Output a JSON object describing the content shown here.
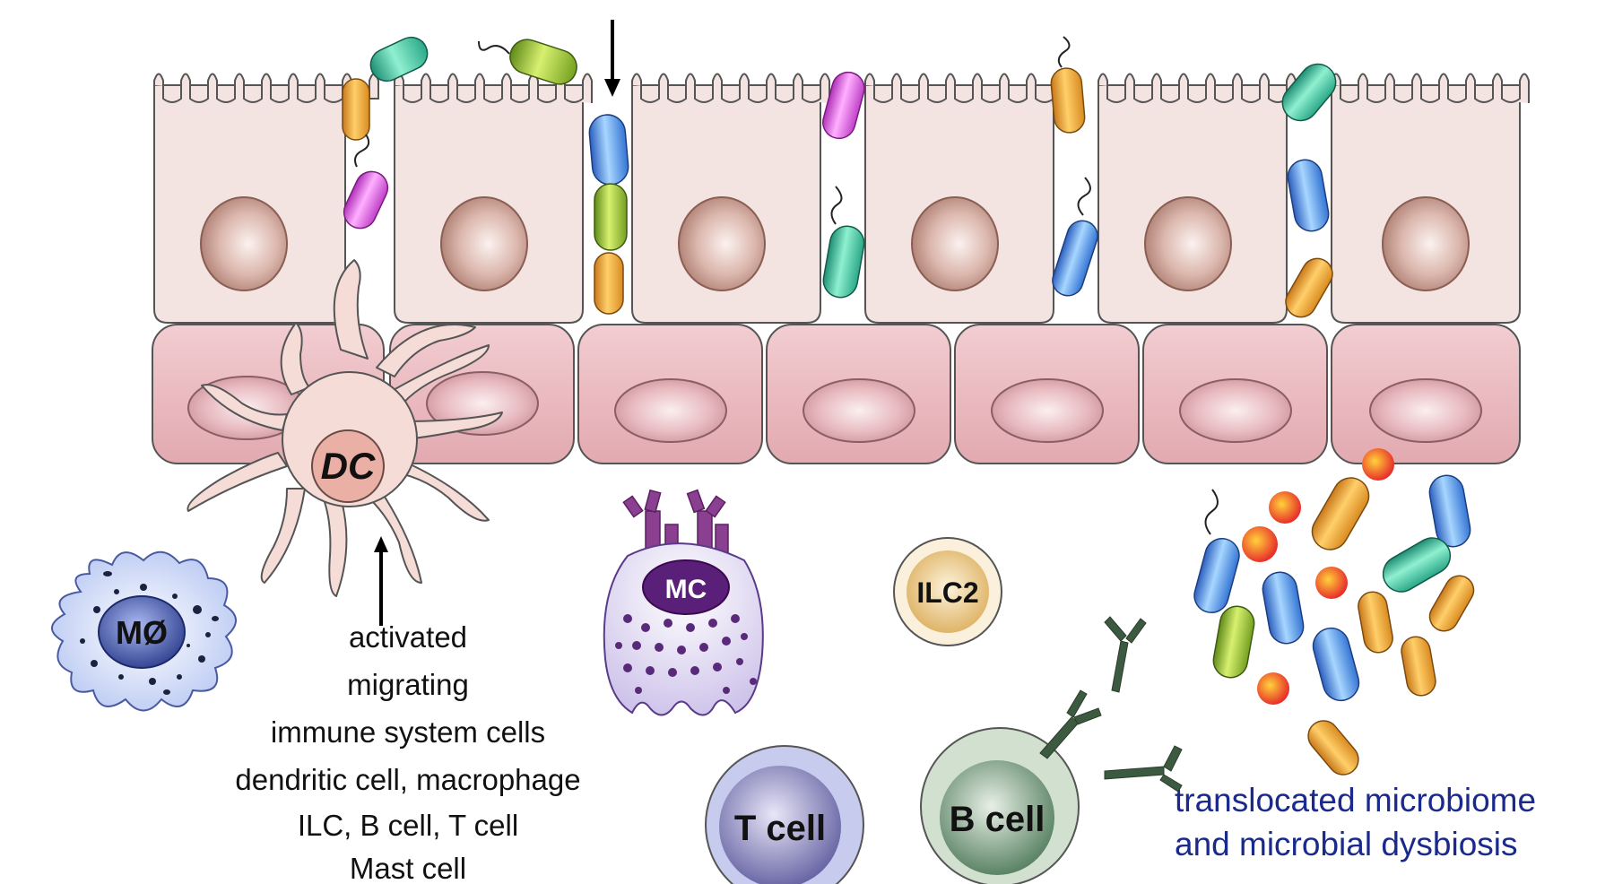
{
  "labels": {
    "dc": "DC",
    "mc": "MC",
    "ilc2": "ILC2",
    "macrophage": "MØ",
    "t_cell": "T cell",
    "b_cell": "B cell"
  },
  "caption_lines": [
    "activated",
    "migrating",
    "immune system cells",
    "dendritic cell, macrophage",
    "ILC, B cell, T cell",
    "Mast cell"
  ],
  "microbiome_caption": [
    "translocated microbiome",
    "and microbial dysbiosis"
  ],
  "colors": {
    "epithelial_cell": "#f3e3e1",
    "nucleus": "#c49a8e",
    "basal_cell": "#e9b7bd",
    "text_blue": "#1a2a8c",
    "bacteria_orange": "#f0a030",
    "bacteria_blue": "#4a90e8",
    "bacteria_teal": "#3cc0a0",
    "bacteria_magenta": "#e060e0",
    "bacteria_green": "#9cc030"
  }
}
